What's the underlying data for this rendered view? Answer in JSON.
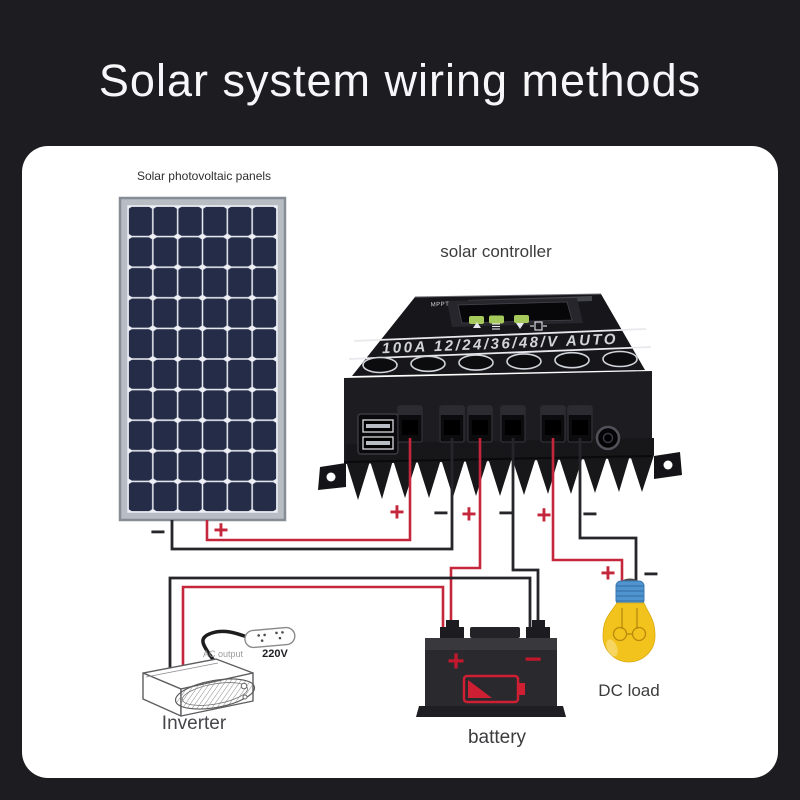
{
  "title": "Solar system wiring methods",
  "panel": {
    "label": "Solar photovoltaic panels"
  },
  "controller": {
    "label": "solar controller",
    "brand": "MPPT",
    "rating": "100A 12/24/36/48/V AUTO"
  },
  "inverter": {
    "label": "Inverter",
    "ac_output_label": "AC output",
    "voltage": "220V"
  },
  "battery": {
    "label": "battery",
    "positive": "+",
    "negative": "−"
  },
  "dc_load": {
    "label": "DC load"
  },
  "wiring": {
    "labels": [
      {
        "for": "panel-positive",
        "text": "+"
      },
      {
        "for": "panel-negative",
        "text": "−"
      },
      {
        "for": "controller-pv-positive",
        "text": "+"
      },
      {
        "for": "controller-pv-negative",
        "text": "−"
      },
      {
        "for": "controller-battery-positive",
        "text": "+"
      },
      {
        "for": "controller-battery-negative",
        "text": "−"
      },
      {
        "for": "controller-load-positive",
        "text": "+"
      },
      {
        "for": "controller-load-negative",
        "text": "−"
      },
      {
        "for": "dc-load-positive",
        "text": "+"
      },
      {
        "for": "dc-load-negative",
        "text": "−"
      }
    ]
  },
  "colors": {
    "background": "#1d1d21",
    "card": "#ffffff",
    "positive_wire": "#c4273b",
    "negative_wire": "#26262a",
    "panel_cell": "#242c48",
    "battery_accent": "#c2182e",
    "bulb_glass": "#f2c31c",
    "bulb_base": "#4f93cf",
    "led_button": "#a6c95c"
  }
}
